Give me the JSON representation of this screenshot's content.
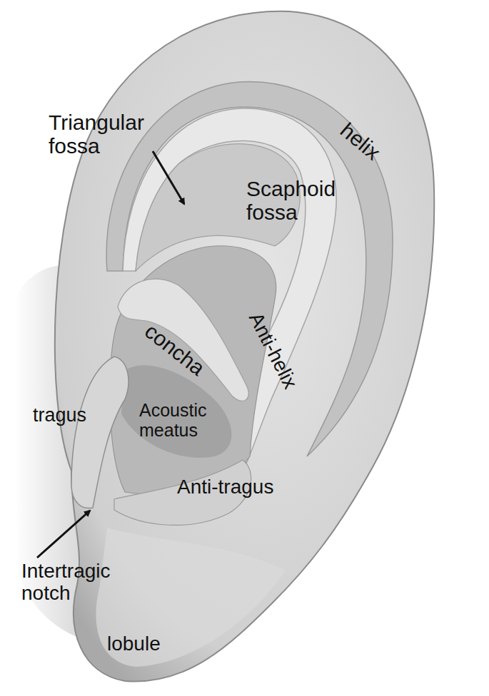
{
  "diagram": {
    "labels": [
      "Triangular fossa",
      "helix",
      "Scaphoid fossa",
      "concha",
      "Anti-helix",
      "tragus",
      "Acoustic meatus",
      "Anti-tragus",
      "Intertragic notch",
      "lobule"
    ]
  }
}
